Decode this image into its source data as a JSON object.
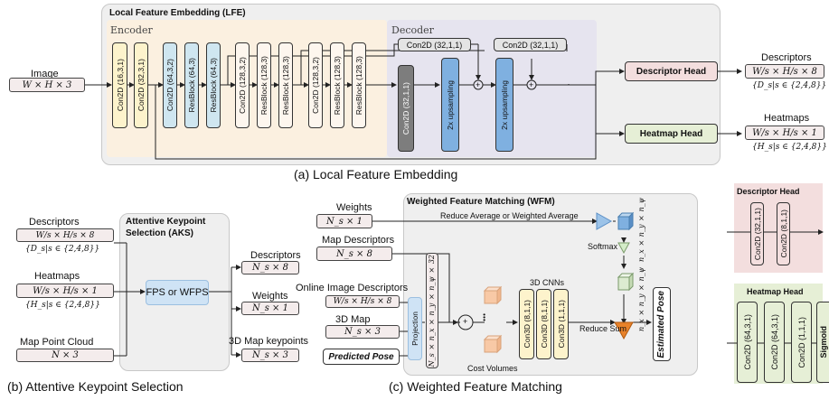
{
  "lfe": {
    "title": "Local Feature Embedding (LFE)",
    "encoder_label": "Encoder",
    "decoder_label": "Decoder",
    "input_label": "Image",
    "input_shape": "W × H × 3",
    "encoder_blocks": [
      "Con2D (16,3,1)",
      "Con2D (32,3,1)",
      "Con2D (64,3,2)",
      "ResBlock (64,3)",
      "ResBlock (64,3)",
      "Con2D (128,3,2)",
      "ResBlock (128,3)",
      "ResBlock (128,3)",
      "Con2D (128,3,2)",
      "ResBlock (128,3)",
      "ResBlock (128,3)"
    ],
    "dec_conv": "Con2D (32,1,1)",
    "dec_top1": "Con2D (32,1,1)",
    "dec_top2": "Con2D (32,1,1)",
    "upsample1": "2x upsampling",
    "upsample2": "2x upsampling",
    "plus": "+",
    "descriptor_head": "Descriptor Head",
    "heatmap_head": "Heatmap Head",
    "out_desc_label": "Descriptors",
    "out_desc_shape": "W/s × H/s × 8",
    "out_desc_set": "{D_s|s ∈ {2,4,8}}",
    "out_heat_label": "Heatmaps",
    "out_heat_shape": "W/s × H/s × 1",
    "out_heat_set": "{H_s|s ∈ {2,4,8}}",
    "caption": "(a) Local Feature Embedding"
  },
  "aks": {
    "title_line1": "Attentive Keypoint",
    "title_line2": "Selection (AKS)",
    "in_desc_label": "Descriptors",
    "in_desc_shape": "W/s × H/s × 8",
    "in_desc_set": "{D_s|s ∈ {2,4,8}}",
    "in_heat_label": "Heatmaps",
    "in_heat_shape": "W/s × H/s × 1",
    "in_heat_set": "{H_s|s ∈ {2,4,8}}",
    "in_cloud_label": "Map Point Cloud",
    "in_cloud_shape": "N × 3",
    "fps": "FPS or WFPS",
    "out_desc_label": "Descriptors",
    "out_desc_shape": "N_s × 8",
    "out_w_label": "Weights",
    "out_w_shape": "N_s × 1",
    "out_kp_label": "3D Map keypoints",
    "out_kp_shape": "N_s × 3",
    "caption": "(b) Attentive Keypoint Selection"
  },
  "wfm": {
    "title": "Weighted Feature Matching (WFM)",
    "weights_label": "Weights",
    "weights_shape": "N_s × 1",
    "reduce_avg": "Reduce Average or Weighted Average",
    "map_desc_label": "Map Descriptors",
    "map_desc_shape": "N_s × 8",
    "online_label": "Online Image Descriptors",
    "online_shape": "W/s × H/s × 8",
    "map3d_label": "3D Map",
    "map3d_shape": "N_s × 3",
    "pred_pose": "Predicted Pose",
    "projection": "Projection",
    "tensor_shape": "N_s × n_x × n_y × n_ψ × 32",
    "dots": "• • •",
    "cost_volumes": "Cost Volumes",
    "cnn_label": "3D CNNs",
    "cnn_blocks": [
      "Con3D (8,1,1)",
      "Con3D (8,1,1)",
      "Con3D (1,1,1)"
    ],
    "softmax": "Softmax",
    "reduce_sum": "Reduce Sum",
    "cube_dims": "n_x × n_y × n_ψ",
    "estimated_pose": "Estimated Pose",
    "caption": "(c) Weighted Feature Matching"
  },
  "heads": {
    "desc_title": "Descriptor Head",
    "desc_blocks": [
      "Con2D (32,1,1)",
      "Con2D (8,1,1)"
    ],
    "heat_title": "Heatmap Head",
    "heat_blocks": [
      "Con2D (64,3,1)",
      "Con2D (64,3,1)",
      "Con2D (1,1,1)",
      "Sigmoid"
    ]
  }
}
